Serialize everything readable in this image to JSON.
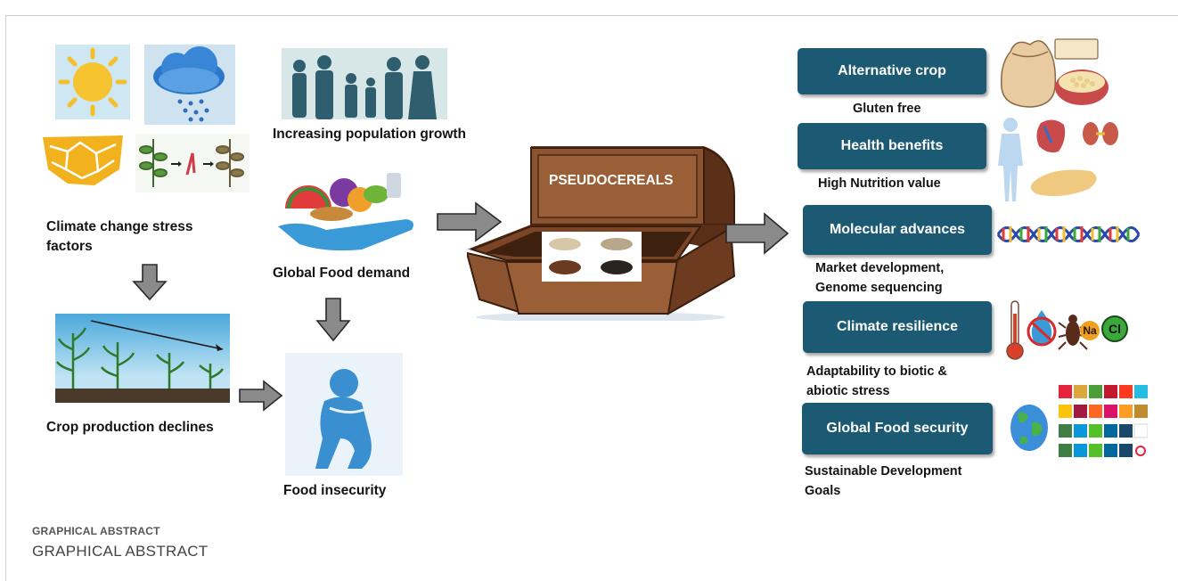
{
  "left": {
    "climate_label_1": "Climate change stress",
    "climate_label_2": "factors",
    "population_label": "Increasing population growth",
    "food_demand_label": "Global Food demand",
    "crop_decline_label": "Crop production declines",
    "food_insecurity_label": "Food insecurity"
  },
  "center": {
    "chest_label": "PSEUDOCEREALS"
  },
  "right": {
    "items": [
      {
        "button": "Alternative crop",
        "caption_1": "Gluten free",
        "caption_2": ""
      },
      {
        "button": "Health benefits",
        "caption_1": "High Nutrition value",
        "caption_2": ""
      },
      {
        "button": "Molecular advances",
        "caption_1": "Market development,",
        "caption_2": "Genome sequencing"
      },
      {
        "button": "Climate resilience",
        "caption_1": "Adaptability to biotic &",
        "caption_2": "abiotic stress"
      },
      {
        "button": "Global Food security",
        "caption_1": "Sustainable Development",
        "caption_2": "Goals"
      }
    ],
    "salt_na": "Na",
    "salt_cl": "Cl"
  },
  "caption": {
    "small": "GRAPHICAL ABSTRACT",
    "large": "GRAPHICAL ABSTRACT"
  },
  "colors": {
    "button_bg": "#1c5a73",
    "arrow_fill": "#8a8a8a",
    "arrow_stroke": "#2a2a2a",
    "people": "#2f5f6f",
    "sitting_person": "#3a8fd0",
    "chest_wood": "#7a4526"
  }
}
